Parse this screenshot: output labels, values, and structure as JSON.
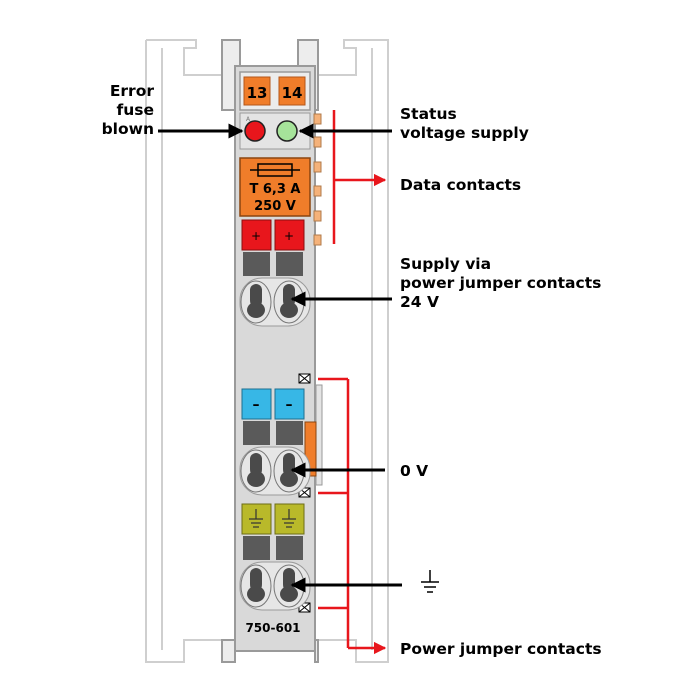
{
  "module": {
    "model": "750-601",
    "terminals": [
      "13",
      "14"
    ],
    "fuse_rating": "T 6,3 A",
    "fuse_voltage": "250 V",
    "plus_sign": "+",
    "minus_sign": "–",
    "led_label": "A"
  },
  "labels": {
    "error_fuse": [
      "Error",
      "fuse",
      "blown"
    ],
    "status_supply": [
      "Status",
      "voltage supply"
    ],
    "data_contacts": "Data contacts",
    "supply_jumper": [
      "Supply via",
      "power jumper contacts",
      "24 V"
    ],
    "zero_volt": "0 V",
    "power_jumper": "Power jumper contacts"
  },
  "colors": {
    "housing": "#d9d9d9",
    "housing_outline": "#9a9a9a",
    "ghost_outline": "#cfcfcf",
    "terminal_orange": "#f07d2a",
    "led_red": "#e8161c",
    "led_green": "#a6e39a",
    "plus_red": "#e8161c",
    "minus_blue": "#37b7e6",
    "ground_yellow": "#b9b92a",
    "clamp_grey": "#5a5a5a",
    "hole_dark": "#4a4a4a",
    "contact_orange": "#f5b27a",
    "arrow_black": "#000000",
    "bracket_red": "#e8161c"
  },
  "icons": {
    "ground_symbol": "ground-icon"
  }
}
